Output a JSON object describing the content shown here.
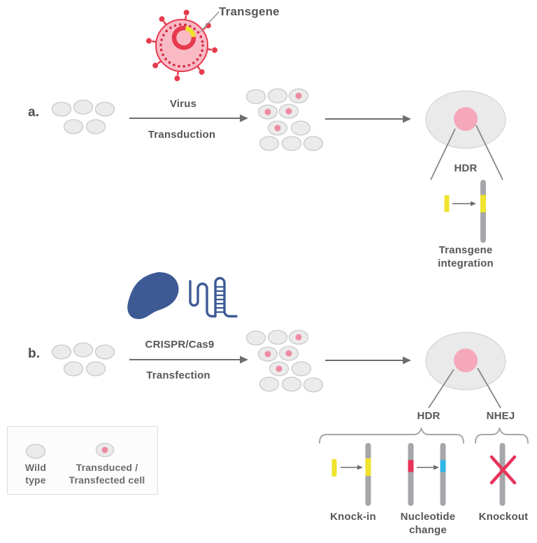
{
  "annotations": {
    "transgene_callout": "Transgene"
  },
  "panel_a": {
    "label": "a.",
    "step_arrow": {
      "line1": "Virus",
      "line2": "Transduction"
    },
    "repair_pathway": "HDR",
    "outcome": "Transgene integration"
  },
  "panel_b": {
    "label": "b.",
    "step_arrow": {
      "line1": "CRISPR/Cas9",
      "line2": "Transfection"
    },
    "repair_pathway_left": "HDR",
    "repair_pathway_right": "NHEJ",
    "outcomes": {
      "hdr1": "Knock-in",
      "hdr2": "Nucleotide change",
      "nhej": "Knockout"
    }
  },
  "legend": {
    "items": [
      {
        "icon": "wild-type-cell-icon",
        "label": "Wild type"
      },
      {
        "icon": "transduced-cell-icon",
        "label": "Transduced / Transfected cell"
      }
    ]
  },
  "icons": {
    "virus": "virus-icon",
    "cas9_protein": "cas9-protein-icon",
    "guide_rna": "guide-rna-icon",
    "knockout_cross": "x-icon"
  },
  "colors": {
    "virus_red": "#e73a4e",
    "accent_crimson": "#e8335a",
    "virus_pink": "#f9bac6",
    "nucleus_pink": "#f5a8ba",
    "transduced_dot_pink": "#ee8aa2",
    "transgene_yellow": "#efe32e",
    "nucleotide_blue": "#2eb6e8",
    "cas9_navy": "#3d5a94",
    "cell_gray": "#ebebeb",
    "cell_stroke_gray": "#c9c9c9",
    "chromosome_gray": "#a5a7aa",
    "arrow_gray": "#6d6e71",
    "text_gray": "#565759"
  }
}
